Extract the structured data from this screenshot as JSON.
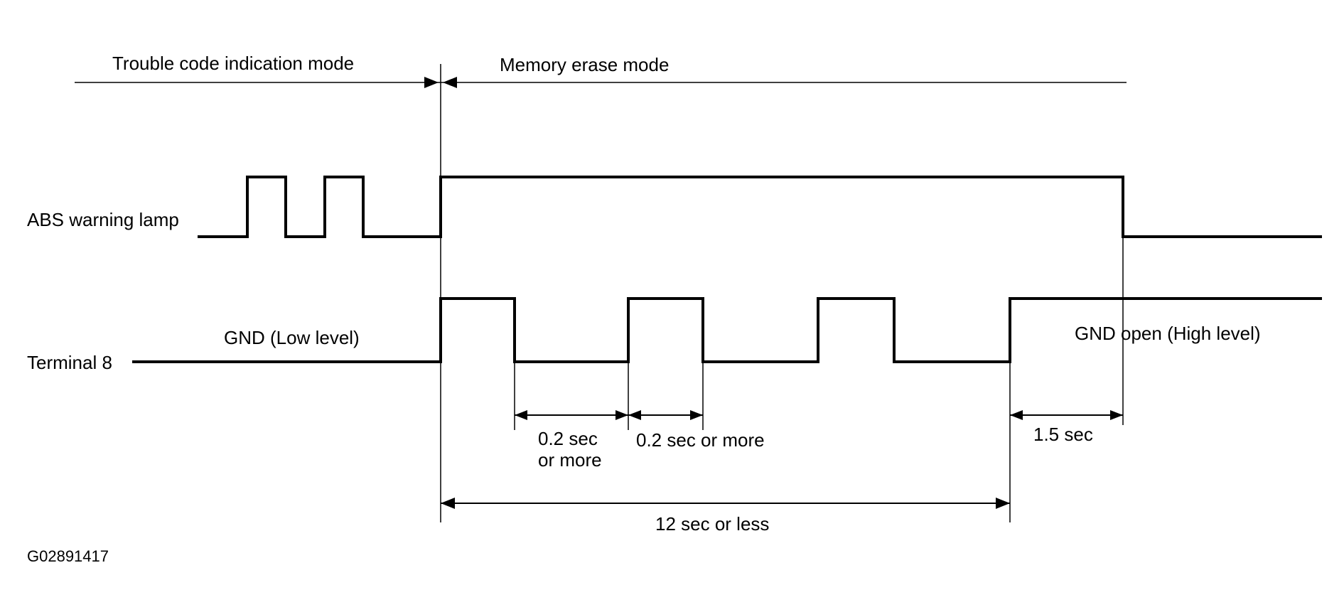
{
  "modes": {
    "trouble_code": "Trouble code indication mode",
    "memory_erase": "Memory erase mode"
  },
  "signals": {
    "abs_lamp": "ABS warning lamp",
    "terminal8": "Terminal 8"
  },
  "levels": {
    "gnd_low": "GND (Low level)",
    "gnd_open": "GND open (High level)"
  },
  "timings": {
    "first_low_line1": "0.2 sec",
    "first_low_line2": "or more",
    "high_pulse": "0.2 sec or more",
    "delay": "1.5 sec",
    "total": "12 sec or less"
  },
  "figure_id": "G02891417"
}
